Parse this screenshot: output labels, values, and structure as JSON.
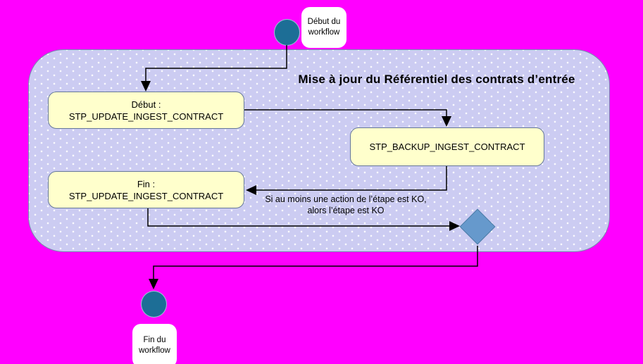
{
  "background_color": "#FF00FF",
  "colors": {
    "container_fill": "#CCCCF2",
    "container_border": "#7789B0",
    "step_fill": "#FFFFCC",
    "step_border": "#66789A",
    "terminal_fill": "#1D6E96",
    "decision_fill": "#6699CC",
    "decision_border": "#4E7DA8",
    "note_fill": "#FFFFFF",
    "connector": "#000000"
  },
  "container": {
    "title": "Mise à jour du Référentiel des contrats d’entrée"
  },
  "nodes": {
    "start_note": {
      "label": "Début du\nworkflow"
    },
    "end_note": {
      "label": "Fin du\nworkflow"
    },
    "step_start": {
      "line1": "Début :",
      "line2": "STP_UPDATE_INGEST_CONTRACT"
    },
    "step_backup": {
      "label": "STP_BACKUP_INGEST_CONTRACT"
    },
    "step_end": {
      "line1": "Fin :",
      "line2": "STP_UPDATE_INGEST_CONTRACT"
    }
  },
  "annotation": {
    "line1": "Si au moins une action de l’étape est KO,",
    "line2": "alors l’étape est KO"
  }
}
